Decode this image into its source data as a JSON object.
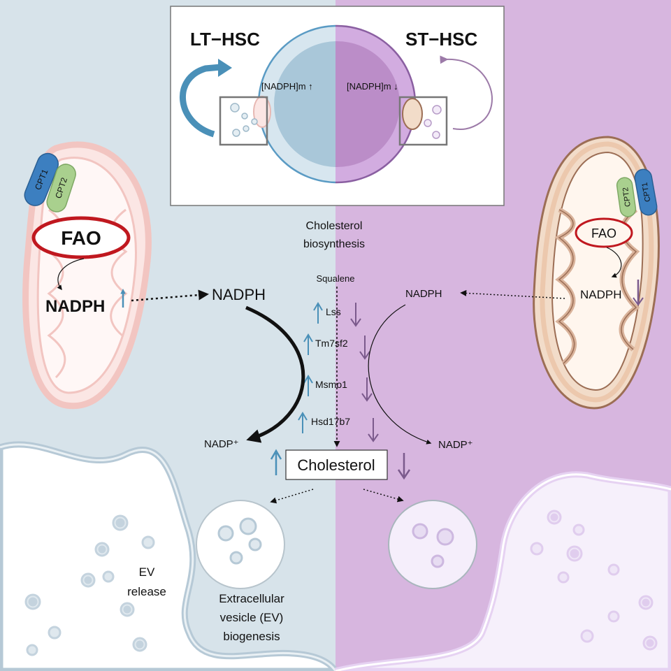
{
  "colors": {
    "lt_background": "#d7e3ea",
    "st_background": "#d7b6df",
    "lt_accent": "#4a90b8",
    "st_accent": "#7b5a8c",
    "fao_ring": "#c0181f",
    "cpt1": "#3c7fc0",
    "cpt2": "#a9d08e"
  },
  "icons": {
    "up_arrow": "up-arrow-icon",
    "down_arrow": "down-arrow-icon",
    "self_renewal": "curved-arrow-icon"
  },
  "inset": {
    "lt_label": "LT−HSC",
    "st_label": "ST−HSC",
    "lt_nadph": "[NADPH]m ↑",
    "st_nadph": "[NADPH]m ↓"
  },
  "lt_mito": {
    "cpt1": "CPT1",
    "cpt2": "CPT2",
    "fao": "FAO",
    "nadph": "NADPH"
  },
  "st_mito": {
    "cpt1": "CPT1",
    "cpt2": "CPT2",
    "fao": "FAO",
    "nadph": "NADPH"
  },
  "pathway": {
    "title_line1": "Cholesterol",
    "title_line2": "biosynthesis",
    "squalene": "Squalene",
    "enzymes": [
      "Lss",
      "Tm7sf2",
      "Msmo1",
      "Hsd17b7"
    ],
    "product": "Cholesterol",
    "lt_nadph": "NADPH",
    "st_nadph": "NADPH",
    "lt_nadp": "NADP⁺",
    "st_nadp": "NADP⁺"
  },
  "ev": {
    "release_line1": "EV",
    "release_line2": "release",
    "biogenesis_line1": "Extracellular",
    "biogenesis_line2": "vesicle (EV)",
    "biogenesis_line3": "biogenesis"
  }
}
